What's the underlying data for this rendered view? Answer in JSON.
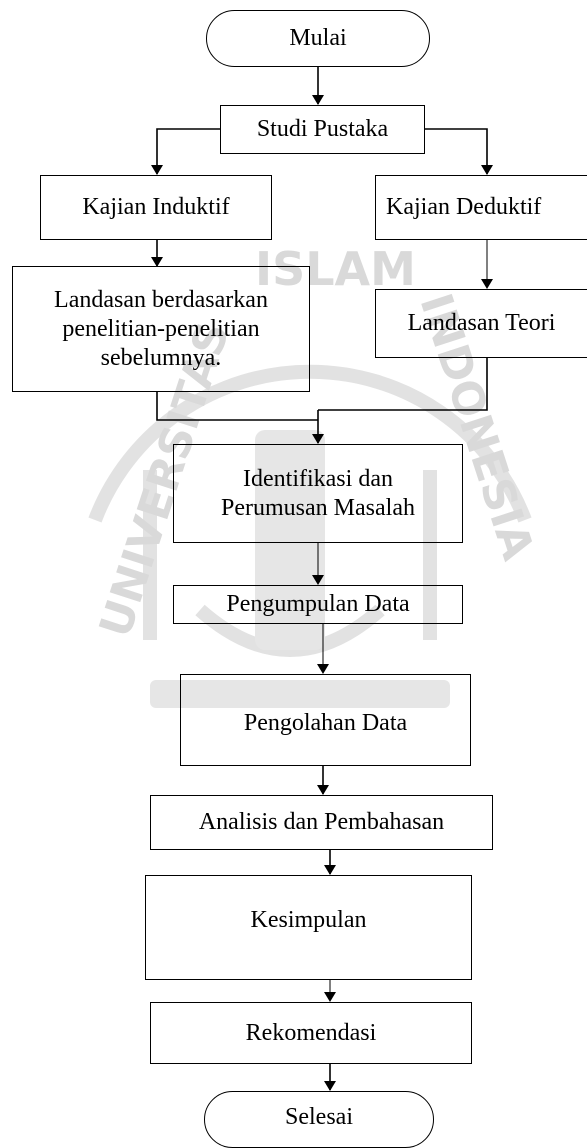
{
  "flowchart": {
    "start": "Mulai",
    "studi_pustaka": "Studi Pustaka",
    "kajian_induktif": "Kajian Induktif",
    "kajian_deduktif": "Kajian Deduktif",
    "landasan_penelitian": "Landasan berdasarkan\npenelitian-penelitian\nsebelumnya.",
    "landasan_teori": "Landasan Teori",
    "identifikasi": "Identifikasi dan\nPerumusan Masalah",
    "pengumpulan": "Pengumpulan Data",
    "pengolahan": "Pengolahan Data",
    "analisis": "Analisis dan Pembahasan",
    "kesimpulan": "Kesimpulan",
    "rekomendasi": "Rekomendasi",
    "end": "Selesai"
  },
  "watermark": {
    "text_top": "ISLAM",
    "text_left": "UNIVERSITAS",
    "text_right": "INDONESIA",
    "color": "#d9d9d9"
  }
}
